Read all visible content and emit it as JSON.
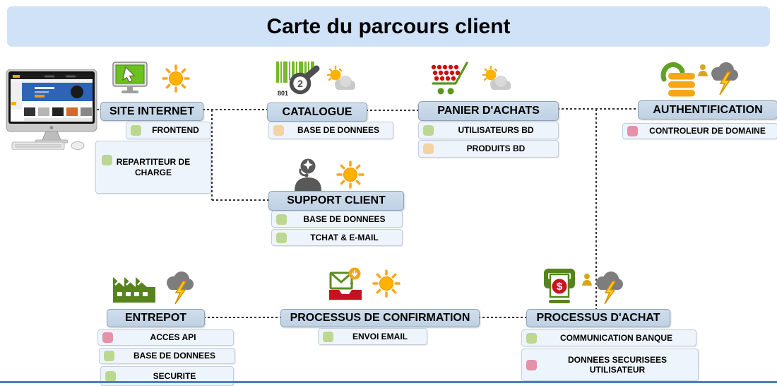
{
  "title": "Carte du parcours client",
  "colors": {
    "banner_bg": "#cfe2f8",
    "header_bg": "#c7d7e8",
    "header_border": "#8da2b6",
    "item_bg": "#eef4fb",
    "item_border": "#c2cedd",
    "chip_green": "#bcd78f",
    "chip_orange": "#f3d3a2",
    "chip_pink": "#e592a8",
    "connector": "#333333",
    "bottom_line": "#4b7ec0"
  },
  "nodes": [
    {
      "id": "site-internet",
      "label": "SITE INTERNET",
      "icon": "monitor-cursor",
      "weather": "sunny",
      "items": [
        {
          "label": "FRONTEND",
          "chip": "chip_green"
        },
        {
          "label": "REPARTITEUR DE CHARGE",
          "chip": "chip_green"
        }
      ]
    },
    {
      "id": "catalogue",
      "label": "CATALOGUE",
      "icon": "barcode-scanner",
      "weather": "partly-cloudy",
      "icon_text": {
        "barcode": "801",
        "lens": "2"
      },
      "items": [
        {
          "label": "BASE DE DONNEES",
          "chip": "chip_orange"
        }
      ]
    },
    {
      "id": "panier-achats",
      "label": "PANIER D'ACHATS",
      "icon": "shopping-cart",
      "weather": "partly-cloudy",
      "items": [
        {
          "label": "UTILISATEURS BD",
          "chip": "chip_green"
        },
        {
          "label": "PRODUITS BD",
          "chip": "chip_orange"
        }
      ]
    },
    {
      "id": "authentification",
      "label": "AUTHENTIFICATION",
      "icon": "open-padlock",
      "weather": "storm",
      "items": [
        {
          "label": "CONTROLEUR DE DOMAINE",
          "chip": "chip_pink"
        }
      ]
    },
    {
      "id": "support-client",
      "label": "SUPPORT CLIENT",
      "icon": "support-agent",
      "weather": "sunny",
      "items": [
        {
          "label": "BASE DE DONNEES",
          "chip": "chip_green"
        },
        {
          "label": "TCHAT & E-MAIL",
          "chip": "chip_green"
        }
      ]
    },
    {
      "id": "entrepot",
      "label": "ENTREPOT",
      "icon": "factory",
      "weather": "storm",
      "items": [
        {
          "label": "ACCES API",
          "chip": "chip_pink"
        },
        {
          "label": "BASE DE DONNEES",
          "chip": "chip_green"
        },
        {
          "label": "SECURITE",
          "chip": "chip_green"
        }
      ]
    },
    {
      "id": "processus-confirmation",
      "label": "PROCESSUS DE CONFIRMATION",
      "icon": "email-received",
      "weather": "sunny",
      "items": [
        {
          "label": "ENVOI EMAIL",
          "chip": "chip_green"
        }
      ]
    },
    {
      "id": "processus-achat",
      "label": "PROCESSUS D'ACHAT",
      "icon": "atm-payment",
      "weather": "storm",
      "icon_text": {
        "currency": "$"
      },
      "items": [
        {
          "label": "COMMUNICATION BANQUE",
          "chip": "chip_green"
        },
        {
          "label": "DONNEES SECURISEES UTILISATEUR",
          "chip": "chip_pink"
        }
      ]
    }
  ]
}
